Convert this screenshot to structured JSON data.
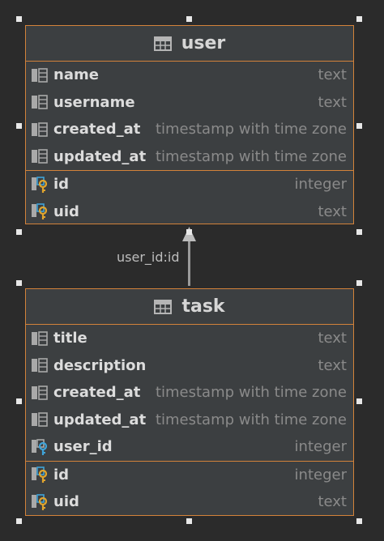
{
  "entities": {
    "user": {
      "title": "user",
      "columns": [
        {
          "name": "name",
          "type": "text",
          "icon": "column-icon"
        },
        {
          "name": "username",
          "type": "text",
          "icon": "column-icon"
        },
        {
          "name": "created_at",
          "type": "timestamp with time zone",
          "icon": "column-icon"
        },
        {
          "name": "updated_at",
          "type": "timestamp with time zone",
          "icon": "column-icon"
        }
      ],
      "keys": [
        {
          "name": "id",
          "type": "integer",
          "icon": "primary-key-column-icon"
        },
        {
          "name": "uid",
          "type": "text",
          "icon": "unique-key-column-icon"
        }
      ]
    },
    "task": {
      "title": "task",
      "columns": [
        {
          "name": "title",
          "type": "text",
          "icon": "column-icon"
        },
        {
          "name": "description",
          "type": "text",
          "icon": "column-icon"
        },
        {
          "name": "created_at",
          "type": "timestamp with time zone",
          "icon": "column-icon"
        },
        {
          "name": "updated_at",
          "type": "timestamp with time zone",
          "icon": "column-icon"
        },
        {
          "name": "user_id",
          "type": "integer",
          "icon": "foreign-key-column-icon"
        }
      ],
      "keys": [
        {
          "name": "id",
          "type": "integer",
          "icon": "primary-key-column-icon"
        },
        {
          "name": "uid",
          "type": "text",
          "icon": "unique-key-column-icon"
        }
      ]
    }
  },
  "relation": {
    "label": "user_id:id"
  },
  "colors": {
    "background": "#2b2b2b",
    "entity_fill": "#3c3f41",
    "accent_border": "#d3823a",
    "key_gold": "#e0a52e",
    "fk_blue": "#3fa3d8"
  }
}
